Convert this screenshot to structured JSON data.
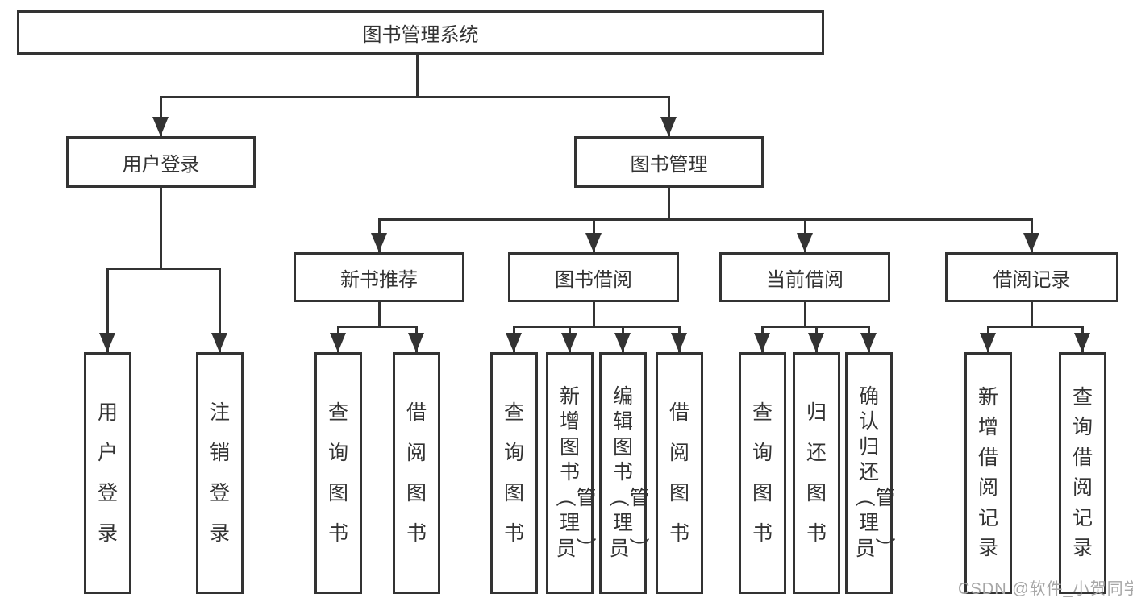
{
  "tree": {
    "root": {
      "label": "图书管理系统"
    },
    "branches": [
      {
        "label": "用户登录",
        "children": [
          "用户登录",
          "注销登录"
        ]
      },
      {
        "label": "图书管理",
        "groups": [
          {
            "label": "新书推荐",
            "children": [
              "查询图书",
              "借阅图书"
            ]
          },
          {
            "label": "图书借阅",
            "children": [
              "查询图书",
              "新增图书（管理员）",
              "编辑图书（管理员）",
              "借阅图书"
            ]
          },
          {
            "label": "当前借阅",
            "children": [
              "查询图书",
              "归还图书",
              "确认归还（管理员）"
            ]
          },
          {
            "label": "借阅记录",
            "children": [
              "新增借阅记录",
              "查询借阅记录"
            ]
          }
        ]
      }
    ]
  },
  "watermark": {
    "text": "CSDN @软件_小贺同学"
  },
  "colors": {
    "line": "#333333",
    "text": "#333333",
    "box_background": "#ffffff",
    "watermark": "#a6a6a6",
    "page_background": "#ffffff"
  }
}
